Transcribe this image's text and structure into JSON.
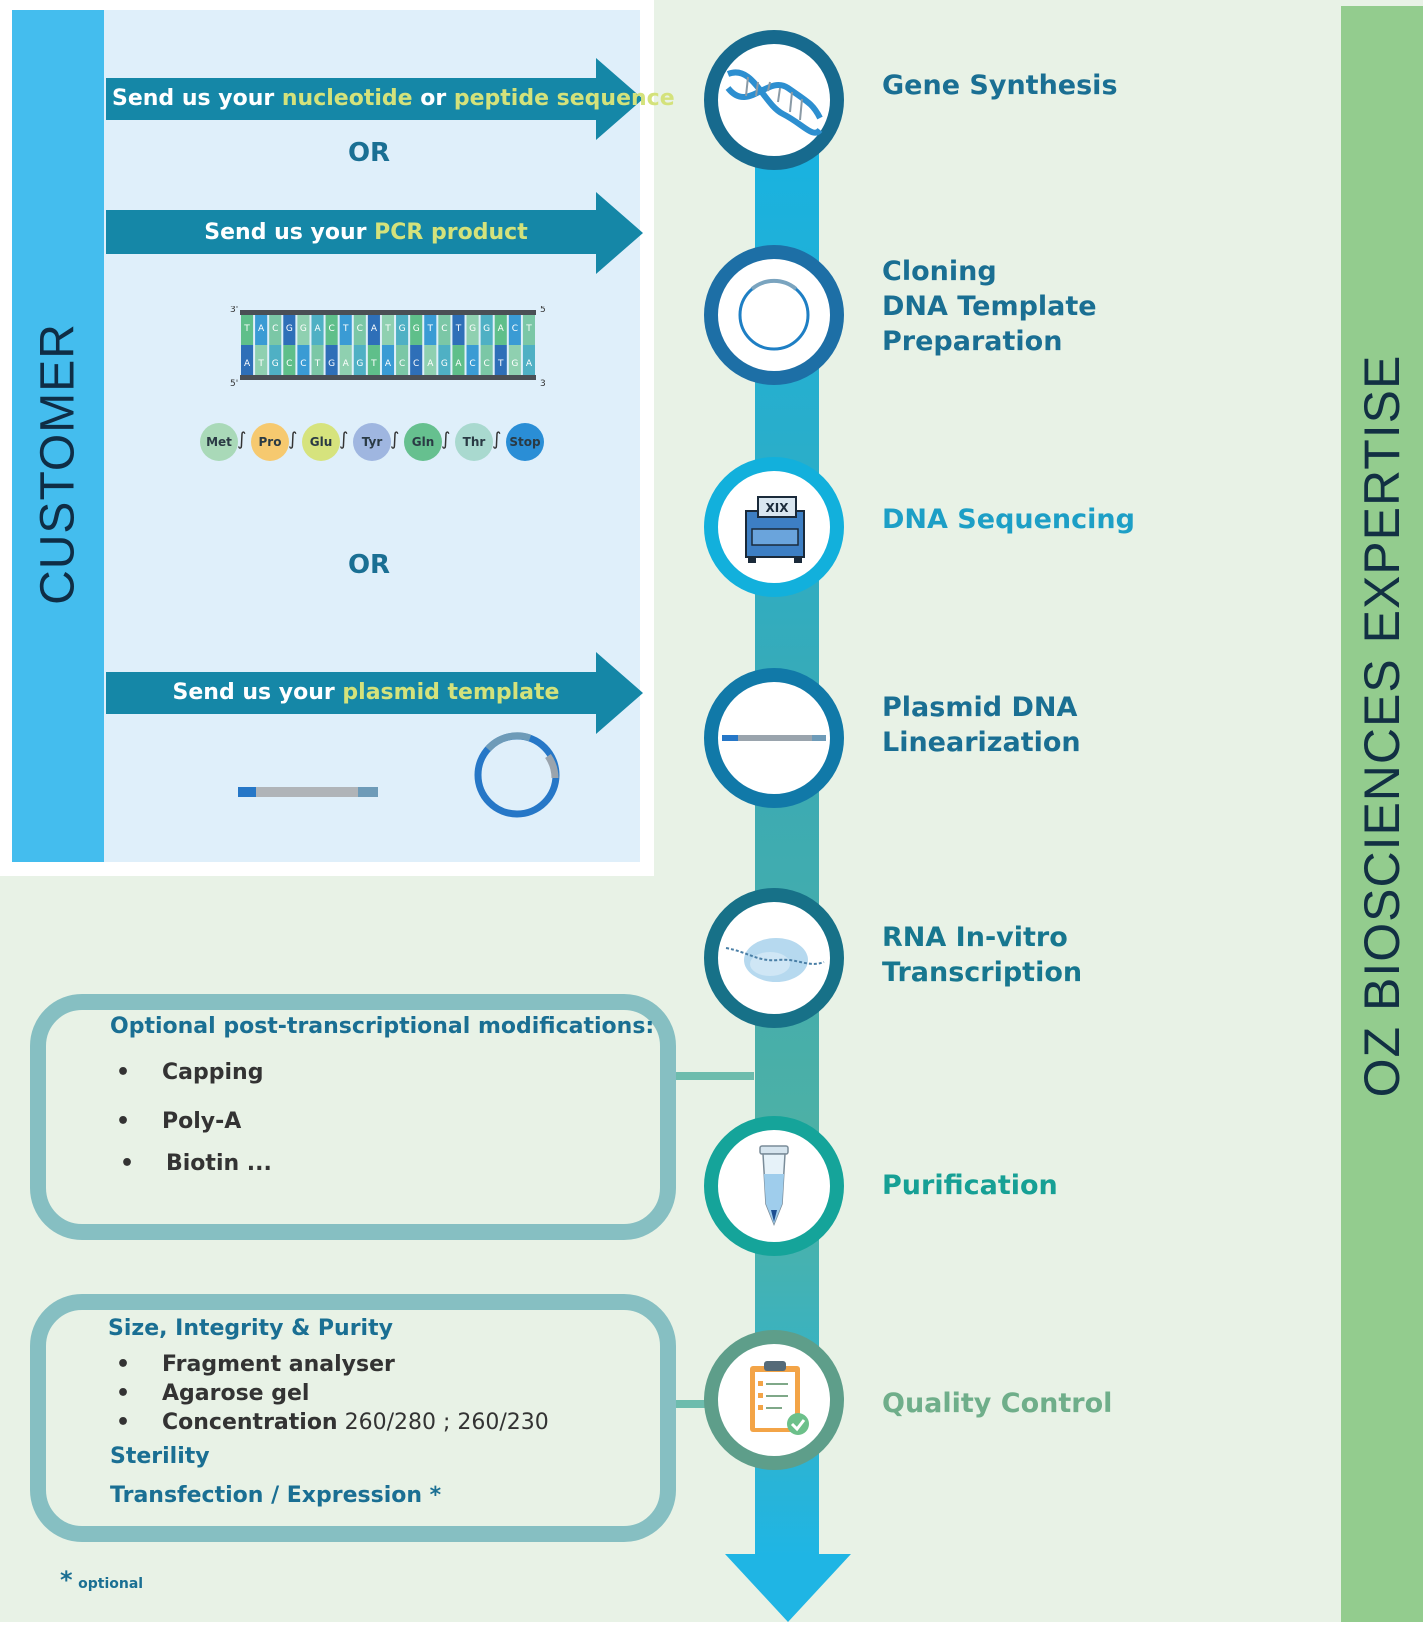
{
  "customer": {
    "label": "CUSTOMER",
    "arrow1": {
      "pre": "Send us your ",
      "hl1": "nucleotide",
      "mid": " or ",
      "hl2": "peptide sequence"
    },
    "or1": "OR",
    "arrow2": {
      "pre": "Send us your ",
      "hl": "PCR product"
    },
    "dna": {
      "top_strand": [
        "T",
        "A",
        "C",
        "G",
        "G",
        "A",
        "C",
        "T",
        "C",
        "A",
        "T",
        "G",
        "G",
        "T",
        "C",
        "T",
        "G",
        "G",
        "A",
        "C",
        "T"
      ],
      "bottom_strand": [
        "A",
        "T",
        "G",
        "C",
        "C",
        "T",
        "G",
        "A",
        "G",
        "T",
        "A",
        "C",
        "C",
        "A",
        "G",
        "A",
        "C",
        "C",
        "T",
        "G",
        "A"
      ],
      "left_top": "3'",
      "right_top": "5",
      "left_bottom": "5'",
      "right_bottom": "3"
    },
    "peptide": [
      "Met",
      "Pro",
      "Glu",
      "Tyr",
      "Gln",
      "Thr",
      "Stop"
    ],
    "or2": "OR",
    "arrow3": {
      "pre": "Send us your ",
      "hl": "plasmid template"
    }
  },
  "expertise": {
    "label": "OZ BIOSCIENCES EXPERTISE",
    "steps": [
      {
        "label_lines": [
          "Gene Synthesis"
        ],
        "icon": "dna-helix-icon",
        "color": "#1a6f93"
      },
      {
        "label_lines": [
          "Cloning",
          "DNA Template",
          "Preparation"
        ],
        "icon": "plasmid-circle-icon",
        "color": "#1a6f93"
      },
      {
        "label_lines": [
          "DNA Sequencing"
        ],
        "icon": "sequencer-icon",
        "color": "#1d9fc6"
      },
      {
        "label_lines": [
          "Plasmid DNA",
          "Linearization"
        ],
        "icon": "linear-dna-icon",
        "color": "#1a6f93"
      },
      {
        "label_lines": [
          "RNA In-vitro",
          "Transcription"
        ],
        "icon": "transcription-icon",
        "color": "#17778f"
      },
      {
        "label_lines": [
          "Purification"
        ],
        "icon": "tube-icon",
        "color": "#16a095"
      },
      {
        "label_lines": [
          "Quality Control"
        ],
        "icon": "clipboard-icon",
        "color": "#6fae8a"
      }
    ]
  },
  "modifications": {
    "title": "Optional post-transcriptional modifications:",
    "items": [
      "Capping",
      "Poly-A",
      "Biotin ..."
    ]
  },
  "qc": {
    "title": "Size, Integrity & Purity",
    "items": [
      {
        "bold": "Fragment analyser",
        "plain": ""
      },
      {
        "bold": "Agarose gel",
        "plain": ""
      },
      {
        "bold": "Concentration",
        "plain": " 260/280 ; 260/230"
      }
    ],
    "sterility": "Sterility",
    "transfection": "Transfection / Expression *"
  },
  "footnote": {
    "star": "*",
    "text": "optional"
  },
  "colors": {
    "arrow": "#1587a7",
    "highlight": "#d4e27b",
    "title": "#1a6f93",
    "box_border": "#86bfc2"
  }
}
